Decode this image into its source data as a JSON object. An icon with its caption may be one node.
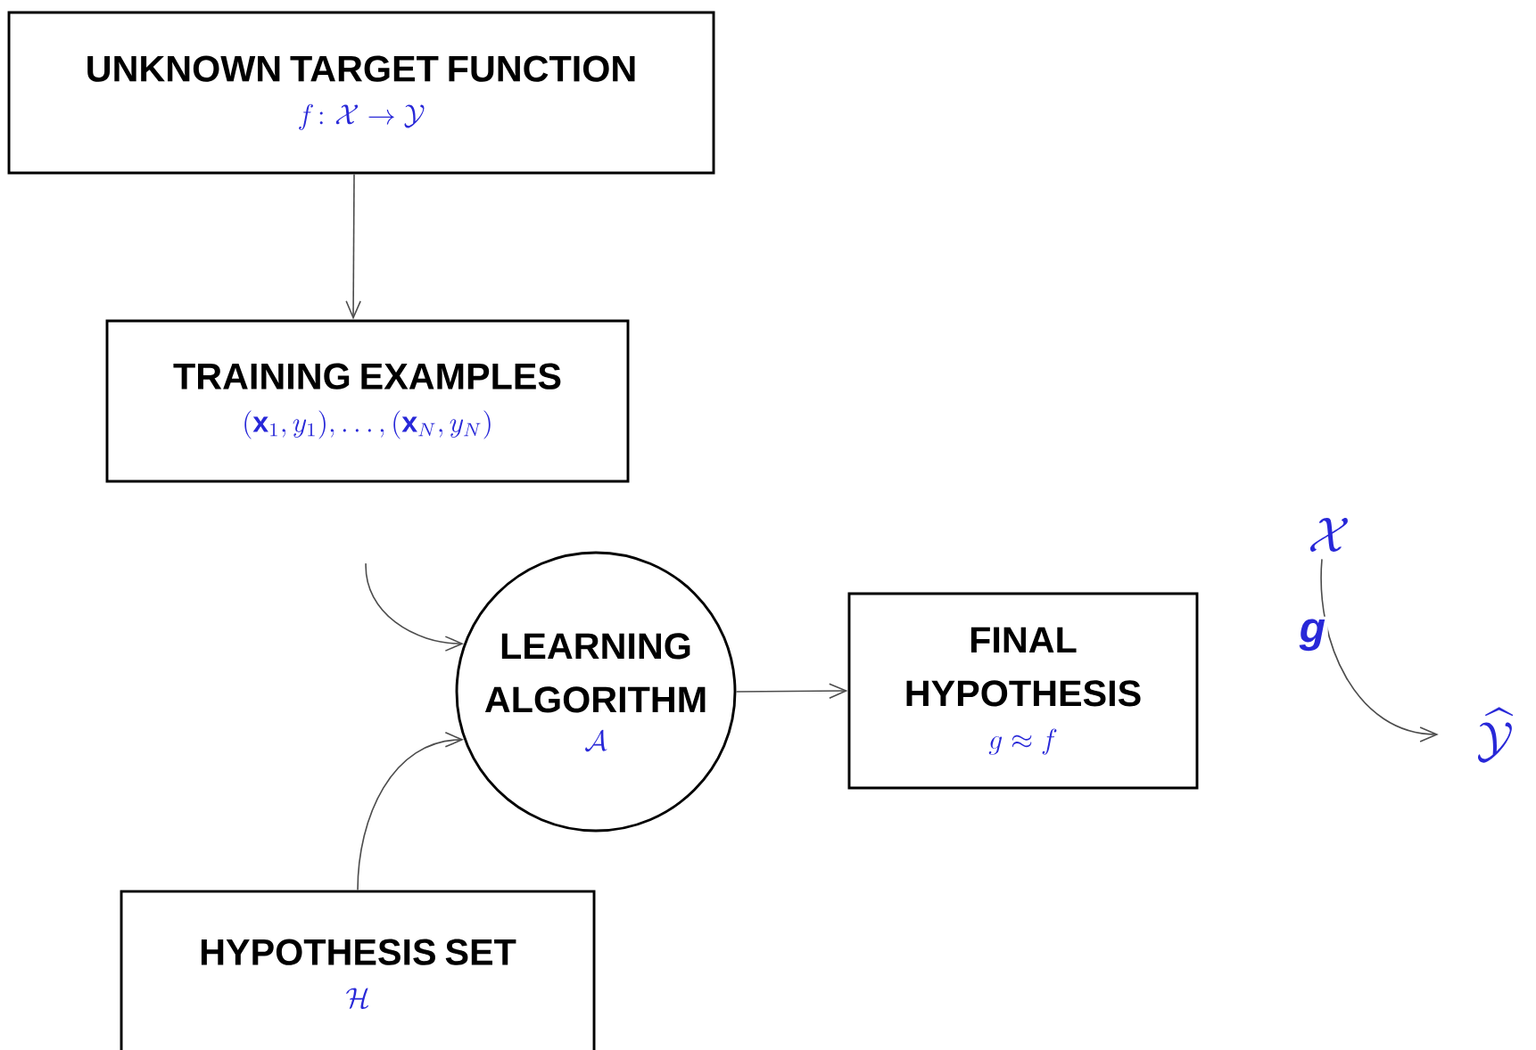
{
  "diagram": {
    "nodes": [
      {
        "text": [
          "UNKNOWN TARGET FUNCTION",
          "f\\colon \\mathcal{X} \\to \\mathcal{Y}"
        ]
      },
      {
        "text": [
          "TRAINING EXAMPLES",
          "(\\mathbf{x}_1, y_1), \\dots, (\\mathbf{x}_N, y_N)"
        ]
      },
      {
        "text": [
          "LEARNING ALGORITHM",
          "\\mathcal{A}"
        ]
      },
      {
        "text": [
          "FINAL HYPOTHESIS",
          "g \\approx f"
        ]
      },
      {
        "text": [
          "HYPOTHESIS SET",
          "\\mathcal{H}"
        ]
      },
      {
        "text": [
          "\\mathcal{X}"
        ]
      },
      {
        "text": [
          "\\widehat{\\mathcal{Y}}"
        ]
      }
    ],
    "edges": [
      {
        "from": 0,
        "to": 1,
        "arrow": "to"
      },
      {
        "from": 1,
        "to": 2,
        "arrow": "to"
      },
      {
        "from": 4,
        "to": 2,
        "arrow": "to"
      },
      {
        "from": 2,
        "to": 3,
        "arrow": "to"
      },
      {
        "from": 5,
        "to": 6,
        "arrow": "to",
        "label": "g"
      }
    ]
  }
}
